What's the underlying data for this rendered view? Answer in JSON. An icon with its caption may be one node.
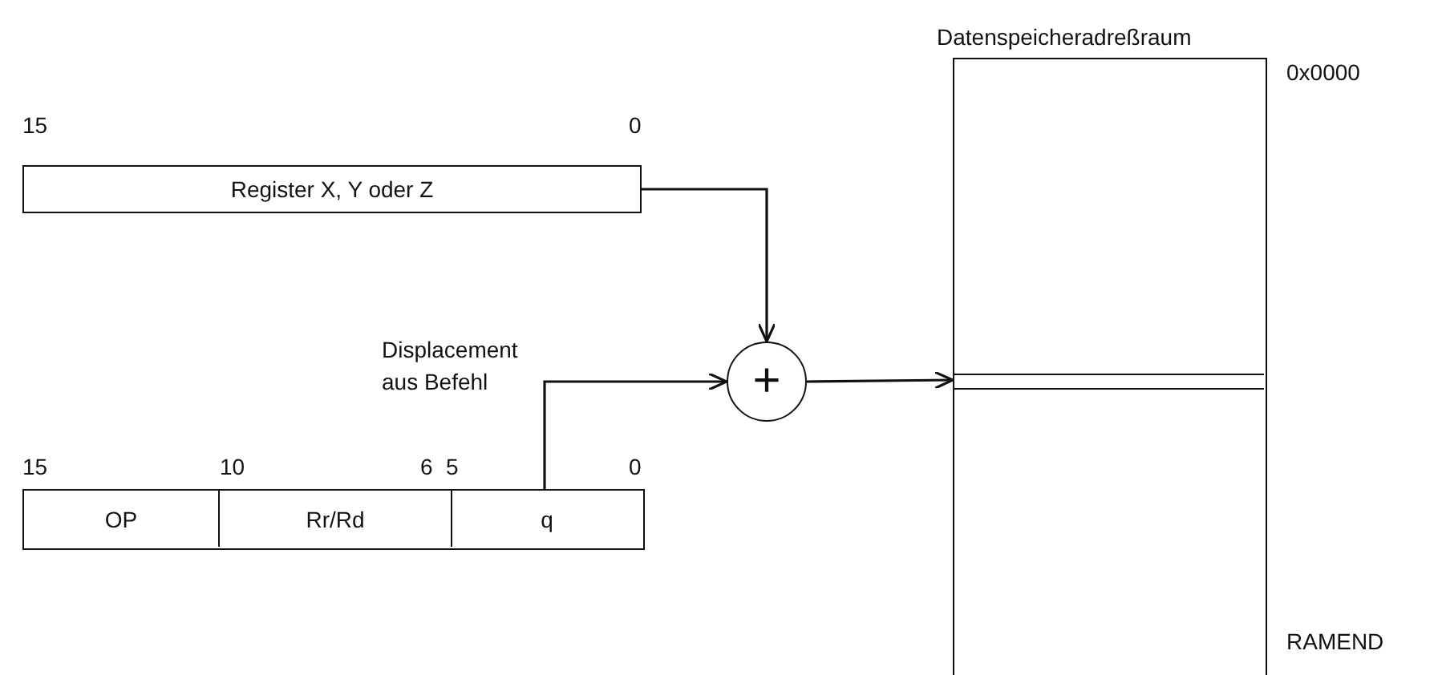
{
  "diagram": {
    "nodes": [
      {
        "text": [
          "Register X, Y oder Z"
        ]
      },
      {
        "text": [],
        "shape": "box"
      },
      {
        "text": [
          "OP"
        ],
        "in": 1
      },
      {
        "text": [
          "Rr/Rd"
        ],
        "in": 1
      },
      {
        "text": [
          "q"
        ],
        "in": 1
      },
      {
        "text": [
          "+"
        ]
      },
      {
        "text": [
          "Datenspeicheradreßraum"
        ],
        "beside": [
          "0x0000",
          "RAMEND"
        ]
      },
      {
        "text": [],
        "shape": "bar",
        "in": 6
      }
    ],
    "edges": [
      {
        "from": 0,
        "to": 5,
        "arrow": "to"
      },
      {
        "from": 4,
        "to": 5,
        "arrow": "to",
        "label": "Displacement aus Befehl"
      },
      {
        "from": 5,
        "to": 7,
        "arrow": "to"
      }
    ],
    "labels": [
      "15",
      "0",
      "15",
      "10",
      "6",
      "5",
      "0"
    ]
  }
}
